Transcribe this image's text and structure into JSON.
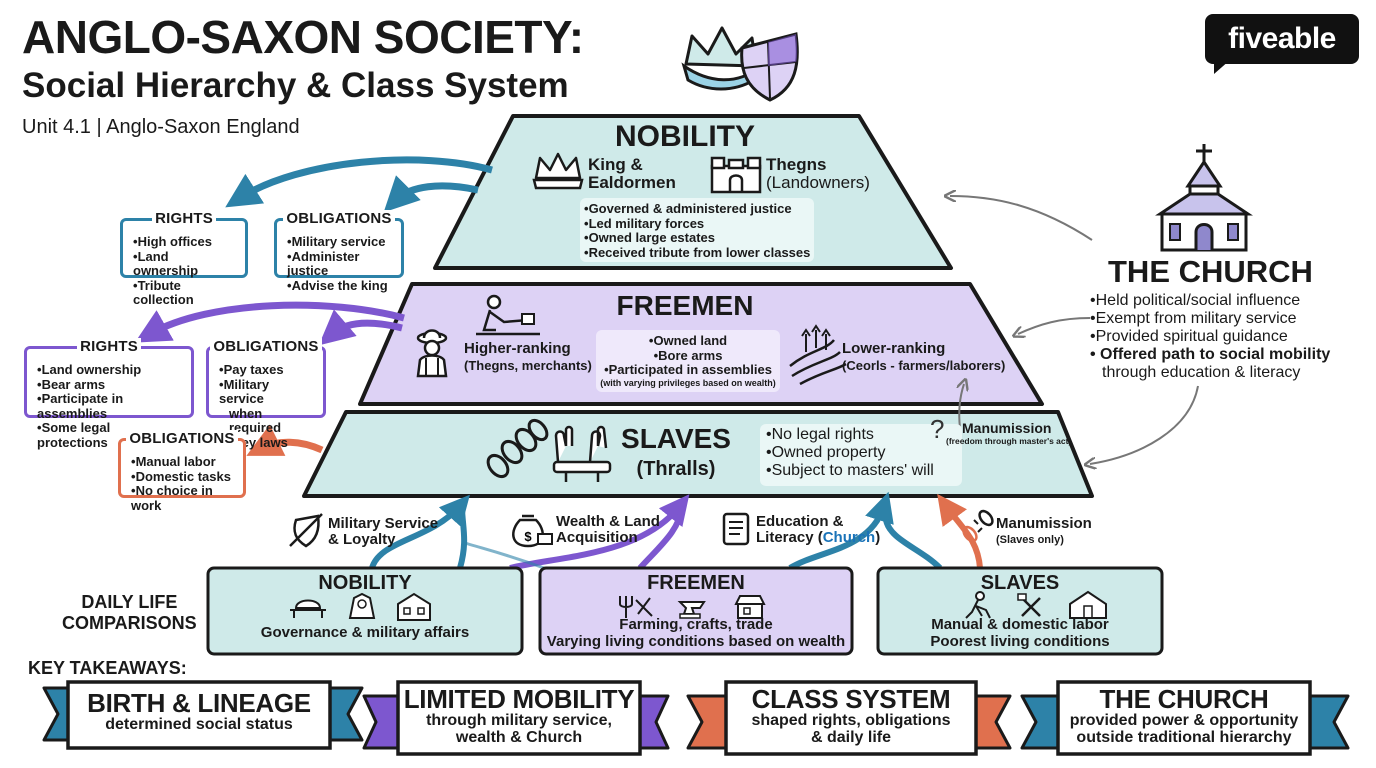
{
  "header": {
    "title": "ANGLO-SAXON SOCIETY:",
    "subtitle": "Social Hierarchy & Class System",
    "unit": "Unit 4.1 | Anglo-Saxon England",
    "logo": "fiveable"
  },
  "pyramid": {
    "nobility": {
      "title": "NOBILITY",
      "left_label_1": "King &",
      "left_label_2": "Ealdormen",
      "right_label_1": "Thegns",
      "right_label_2": "(Landowners)",
      "duties": [
        "Governed & administered justice",
        "Led military forces",
        "Owned large estates",
        "Received tribute from lower classes"
      ],
      "rights": {
        "heading": "RIGHTS",
        "items": [
          "High offices",
          "Land ownership",
          "Tribute collection"
        ]
      },
      "obligations": {
        "heading": "OBLIGATIONS",
        "items": [
          "Military service",
          "Administer justice",
          "Advise the king"
        ]
      }
    },
    "freemen": {
      "title": "FREEMEN",
      "left_label": "Higher-ranking",
      "left_sub": "(Thegns, merchants)",
      "right_label": "Lower-ranking",
      "right_sub": "(Ceorls - farmers/laborers)",
      "center": [
        "Owned land",
        "Bore arms",
        "Participated in assemblies"
      ],
      "center_note": "(with varying privileges based on wealth)",
      "rights": {
        "heading": "RIGHTS",
        "items": [
          "Land ownership",
          "Bear arms",
          "Participate in assemblies",
          "Some legal protections"
        ]
      },
      "obligations": {
        "heading": "OBLIGATIONS",
        "items": [
          "Pay taxes",
          "Military service",
          "when required",
          "Obey laws"
        ]
      }
    },
    "slaves": {
      "title": "SLAVES",
      "subtitle": "(Thralls)",
      "facts": [
        "No legal rights",
        "Owned property",
        "Subject to masters' will"
      ],
      "manumission": "Manumission",
      "manumission_note": "(freedom through master's act)",
      "question_mark": "?",
      "obligations": {
        "heading": "OBLIGATIONS",
        "items": [
          "Manual labor",
          "Domestic tasks",
          "No choice in work"
        ]
      }
    }
  },
  "church": {
    "title": "THE CHURCH",
    "items": [
      "Held political/social influence",
      "Exempt from military service",
      "Provided spiritual guidance"
    ],
    "bold_item": "Offered path to social mobility",
    "bold_item_cont": "through education & literacy"
  },
  "mobility_paths": {
    "military": {
      "line1": "Military Service",
      "line2": "& Loyalty"
    },
    "wealth": {
      "line1": "Wealth & Land",
      "line2": "Acquisition"
    },
    "education": {
      "line1": "Education &",
      "line2_a": "Literacy (",
      "line2_b": "Church",
      "line2_c": ")"
    },
    "manumission": {
      "line1": "Manumission",
      "line2": "(Slaves only)"
    }
  },
  "daily_life": {
    "label_1": "DAILY LIFE",
    "label_2": "COMPARISONS",
    "nobility": {
      "title": "NOBILITY",
      "lines": [
        "Governance & military affairs"
      ]
    },
    "freemen": {
      "title": "FREEMEN",
      "lines": [
        "Farming, crafts, trade",
        "Varying living conditions based on wealth"
      ]
    },
    "slaves": {
      "title": "SLAVES",
      "lines": [
        "Manual & domestic labor",
        "Poorest living conditions"
      ]
    }
  },
  "takeaways": {
    "label": "KEY TAKEAWAYS:",
    "items": [
      {
        "title": "BIRTH & LINEAGE",
        "sub_1": "determined social status",
        "sub_2": ""
      },
      {
        "title": "LIMITED MOBILITY",
        "sub_1": "through military service,",
        "sub_2": "wealth & Church"
      },
      {
        "title": "CLASS SYSTEM",
        "sub_1": "shaped rights, obligations",
        "sub_2": "& daily life"
      },
      {
        "title": "THE CHURCH",
        "sub_1": "provided power & opportunity",
        "sub_2": "outside traditional hierarchy"
      }
    ]
  },
  "colors": {
    "blue_fill": "#cfeae9",
    "blue_stroke": "#2d82a8",
    "purple_fill": "#ddd2f5",
    "purple_stroke": "#7d57cf",
    "orange": "#e0704e",
    "ink": "#1a1a1a",
    "church_blue": "#1a73b8"
  },
  "icons": [
    "crown-icon",
    "shield-icon",
    "castle-icon",
    "church-icon",
    "farmer-icon",
    "plough-icon",
    "fields-icon",
    "chain-icon",
    "bound-hands-icon",
    "sword-shield-icon",
    "money-bag-icon",
    "scroll-icon",
    "broken-chain-icon",
    "feast-icon",
    "robe-icon",
    "house-icon",
    "tools-icon",
    "anvil-icon",
    "market-stall-icon",
    "worker-icon",
    "hammer-wrench-icon",
    "hut-icon"
  ]
}
